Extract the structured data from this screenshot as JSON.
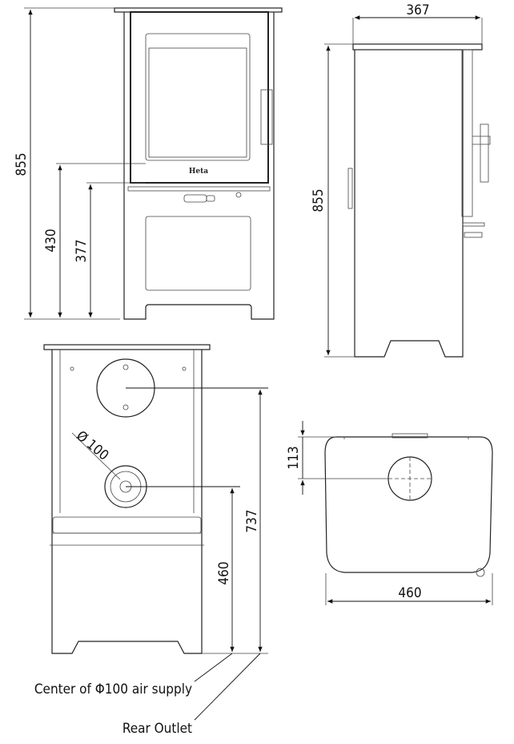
{
  "front_view": {
    "dim_height": "855",
    "dim_door_bottom": "430",
    "dim_ash_door": "377",
    "logo": "Heta"
  },
  "side_view": {
    "dim_depth": "367",
    "dim_height": "855"
  },
  "rear_view": {
    "dim_air_diameter": "Ø 100",
    "dim_outlet_height": "737",
    "dim_air_height": "460",
    "annotation_air": "Center of Φ100 air supply",
    "annotation_outlet": "Rear Outlet"
  },
  "top_view": {
    "dim_outlet_offset": "113",
    "dim_width": "460"
  }
}
